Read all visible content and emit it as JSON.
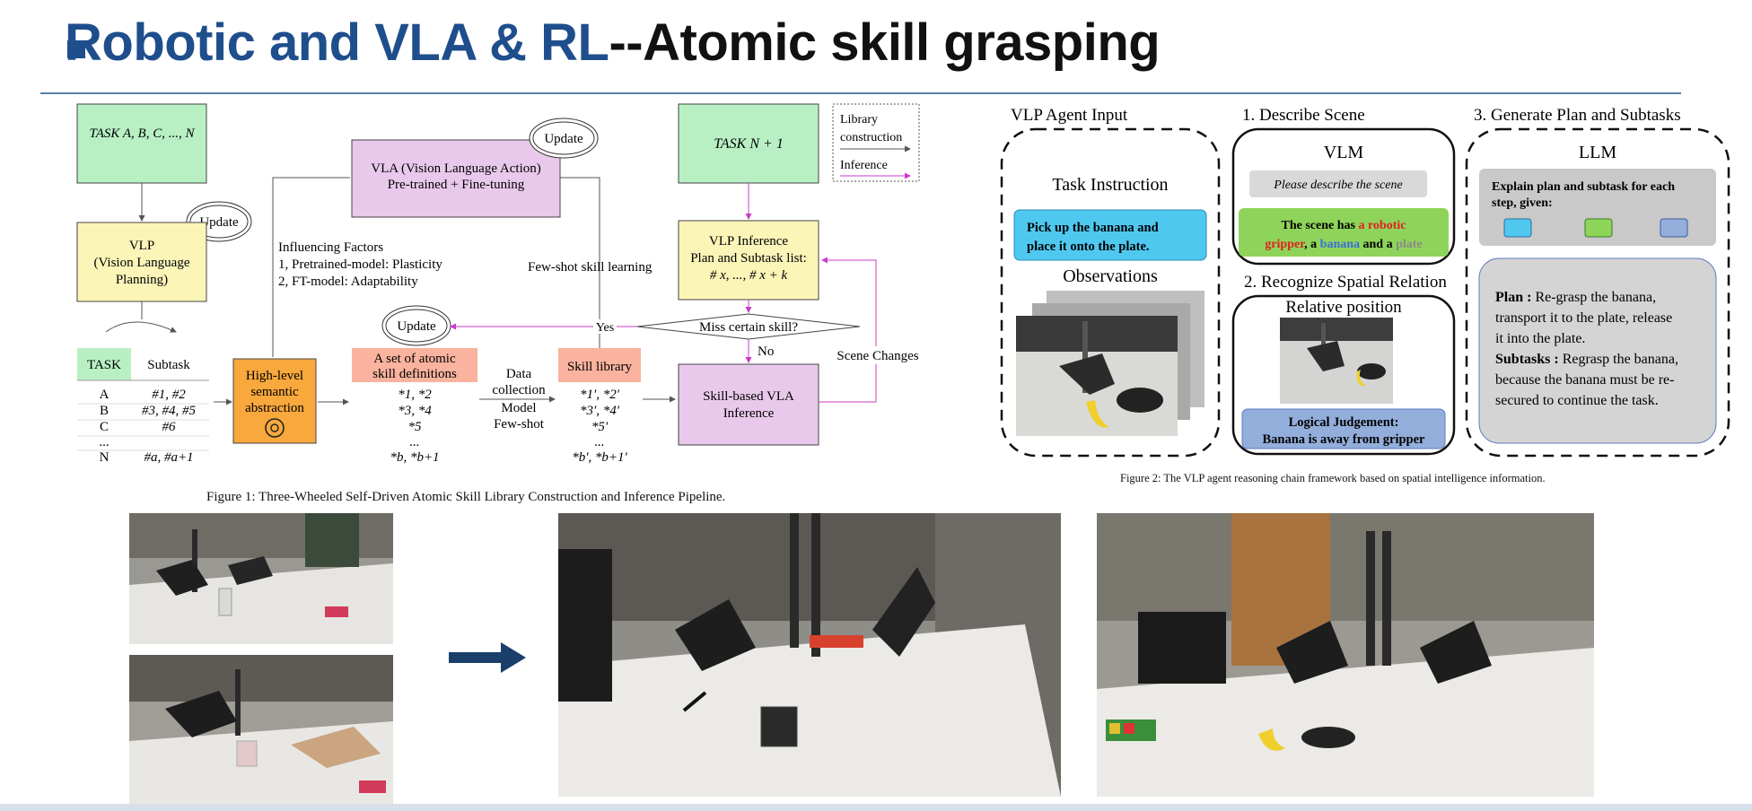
{
  "title": {
    "part_blue": "Robotic and VLA & RL",
    "part_black": "--Atomic skill grasping"
  },
  "fig1": {
    "caption": "Figure 1: Three-Wheeled Self-Driven Atomic Skill Library Construction and Inference Pipeline.",
    "task_abc": "TASK A, B, C, ..., N",
    "update": "Update",
    "vlp": [
      "VLP",
      "(Vision Language",
      "Planning)"
    ],
    "vla": [
      "VLA (Vision Language Action)",
      "Pre-trained + Fine-tuning"
    ],
    "task_n1": "TASK N + 1",
    "legend": [
      "Library",
      "construction",
      "Inference"
    ],
    "influencing": [
      "Influencing Factors",
      "1, Pretrained-model: Plasticity",
      "2, FT-model: Adaptability"
    ],
    "few_shot_learning": "Few-shot skill learning",
    "vlp_inference": [
      "VLP Inference",
      "Plan and Subtask list:",
      "# x, ..., # x + k"
    ],
    "miss_skill": "Miss certain skill?",
    "yes": "Yes",
    "no": "No",
    "scene_changes": "Scene Changes",
    "task_table": {
      "headers": [
        "TASK",
        "Subtask"
      ],
      "rows": [
        [
          "A",
          "#1, #2"
        ],
        [
          "B",
          "#3, #4, #5"
        ],
        [
          "C",
          "#6"
        ],
        [
          "...",
          ""
        ],
        [
          "N",
          "#a, #a+1"
        ]
      ]
    },
    "high_level": [
      "High-level",
      "semantic",
      "abstraction"
    ],
    "atomic_set": [
      "A set of atomic",
      "skill definitions"
    ],
    "atomic_rows": [
      "*1, *2",
      "*3, *4",
      "*5",
      "...",
      "*b, *b+1"
    ],
    "data_collection": [
      "Data",
      "collection",
      "Model",
      "Few-shot"
    ],
    "skill_library": "Skill library",
    "library_rows": [
      "*1', *2'",
      "*3', *4'",
      "*5'",
      "...",
      "*b', *b+1'"
    ],
    "skill_vla": [
      "Skill-based VLA",
      "Inference"
    ]
  },
  "fig2": {
    "caption": "Figure 2: The VLP agent reasoning chain framework based on spatial intelligence information.",
    "h_input": "VLP Agent Input",
    "h_describe": "1. Describe Scene",
    "h_generate": "3. Generate Plan and Subtasks",
    "h_recognize": "2. Recognize Spatial Relation",
    "task_instruction": "Task Instruction",
    "instruction_text": [
      "Pick up the banana and",
      "place it onto the plate."
    ],
    "observations": "Observations",
    "vlm": "VLM",
    "describe_prompt": "Please describe the scene",
    "scene_line1": {
      "a": "The scene has ",
      "b": "a robotic"
    },
    "scene_line2": {
      "a": "gripper",
      "b": ", a ",
      "c": "banana",
      "d": " and a ",
      "e": "plate"
    },
    "relative_position": "Relative position",
    "logical": [
      "Logical Judgement:",
      "Banana is away from gripper"
    ],
    "llm": "LLM",
    "llm_prompt": [
      "Explain plan and subtask for each",
      "step, given:"
    ],
    "plan_label": "Plan :",
    "plan_lines": [
      " Re-grasp the banana,",
      "transport it to the plate, release",
      "it into the plate."
    ],
    "subtasks_label": "Subtasks :",
    "subtask_lines": [
      " Regrasp the banana,",
      "because the banana must be re-",
      "secured to continue the task."
    ],
    "colors": {
      "red": "#e02020",
      "blue": "#3a6fd8",
      "gray": "#8a8a8a"
    }
  },
  "colors": {
    "title_blue": "#1f4e8c",
    "green_box": "#b8f0c4",
    "yellow_box": "#fbf5b8",
    "pink_box": "#e9c9eb",
    "salmon_box": "#f9b39e",
    "orange_box": "#f8a83c",
    "cyan_box": "#4fc8f0",
    "lightgreen_box": "#8fd45a",
    "blue_box": "#93aedb",
    "arrow_navy": "#1a3f6b",
    "magenta": "#c83cc8"
  }
}
